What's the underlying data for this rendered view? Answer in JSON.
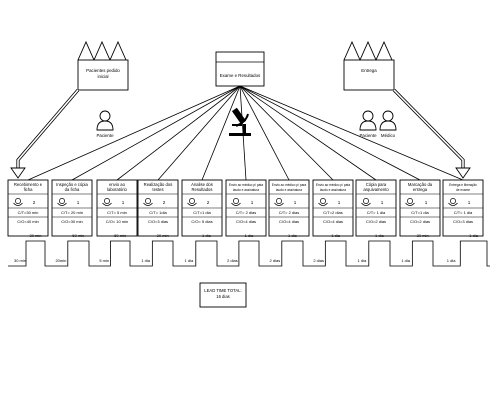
{
  "external": {
    "left": {
      "lines": [
        "Pacientes pedido",
        "inicial"
      ]
    },
    "center": {
      "lines": [
        "Exame e Resultados"
      ]
    },
    "right": {
      "lines": [
        "Entrega"
      ]
    }
  },
  "people": {
    "left_label": "Paciente",
    "right_labels": [
      "Paciente",
      "Médico"
    ]
  },
  "icons": {
    "factory": "factory-icon",
    "person": "person-icon",
    "microscope": "microscope-icon",
    "operator": "operator-icon",
    "push_arrow": "push-arrow-icon"
  },
  "processes": [
    {
      "title": [
        "Recebimento e",
        "ficha"
      ],
      "operators": "2",
      "ct": "C/T=30 min",
      "co": "C/O=40 min"
    },
    {
      "title": [
        "Inspeção e cópia",
        "da ficha"
      ],
      "operators": "1",
      "ct": "C/T= 20 min",
      "co": "C/O=30 min"
    },
    {
      "title": [
        "envio ao",
        "laboratório"
      ],
      "operators": "1",
      "ct": "C/T= 5 min",
      "co": "C/O= 10 min"
    },
    {
      "title": [
        "Realização dos",
        "testes"
      ],
      "operators": "2",
      "ct": "C/T= 1dia",
      "co": "C/O=3 dias"
    },
    {
      "title": [
        "Analise dos",
        "Resultados"
      ],
      "operators": "2",
      "ct": "C/T=1 dia",
      "co": "C/O= 5 dias"
    },
    {
      "title": [
        "Envio ao médico p/ pata",
        "laudo e assinatura"
      ],
      "operators": "1",
      "ct": "C/T= 2 dias",
      "co": "C/O=4 dias"
    },
    {
      "title": [
        "Envio ao médico p/ para",
        "laudo e assinatura"
      ],
      "operators": "1",
      "ct": "C/T= 2 dias",
      "co": "C/O=4 dias"
    },
    {
      "title": [
        "Envio ao médico p/ pata",
        "laudo e assinatura"
      ],
      "operators": "1",
      "ct": "C/T=2 dias",
      "co": "C/O=4 dias"
    },
    {
      "title": [
        "Cópia para",
        "arquivamento"
      ],
      "operators": "1",
      "ct": "C/T= 1 dia",
      "co": "C/O=2 dias"
    },
    {
      "title": [
        "Marcação da",
        "entrega"
      ],
      "operators": "1",
      "ct": "C/T=1 dia",
      "co": "C/O=2 dias"
    },
    {
      "title": [
        "Entrega e liberação",
        "de exame"
      ],
      "operators": "1",
      "ct": "C/T= 1 dia",
      "co": "C/O=3 dias"
    }
  ],
  "timeline": {
    "top": [
      "30 min",
      "50 min",
      "50 min",
      "30 min",
      "1 dia",
      "1 dia",
      "1 dia",
      "1 dia",
      "1 dia",
      "30 min",
      "1 dia"
    ],
    "bottom": [
      "30 min",
      "20min",
      "5 min",
      "1 dia",
      "1 dia",
      "2 dias",
      "2 dias",
      "2 dias",
      "1 dia",
      "1 dia",
      "1 dia"
    ]
  },
  "lead_time": {
    "lines": [
      "LEAD TIME TOTAL:",
      "16 dias"
    ]
  },
  "colors": {
    "stroke": "#000000",
    "fill": "#ffffff"
  }
}
